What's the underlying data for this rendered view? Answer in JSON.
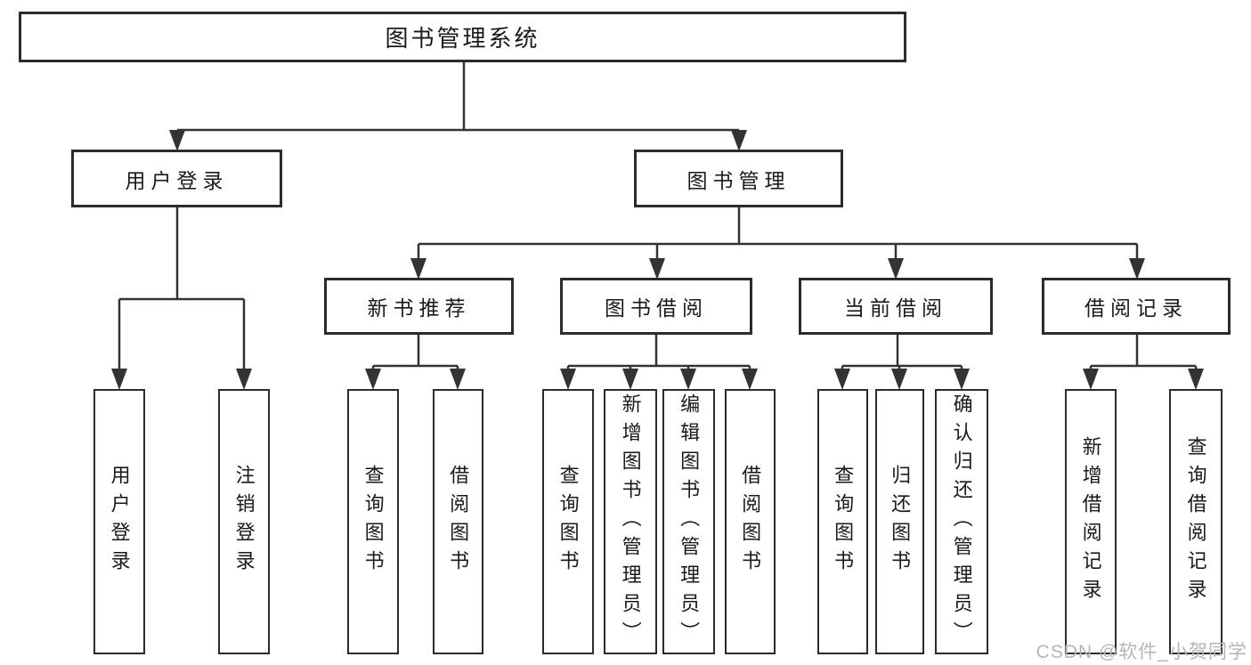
{
  "diagram": {
    "root": {
      "label": "图书管理系统"
    },
    "branches": [
      {
        "label": "用户登录",
        "children": [
          {
            "label": "用户登录"
          },
          {
            "label": "注销登录"
          }
        ]
      },
      {
        "label": "图书管理",
        "children": [
          {
            "label": "新书推荐",
            "children": [
              {
                "label": "查询图书"
              },
              {
                "label": "借阅图书"
              }
            ]
          },
          {
            "label": "图书借阅",
            "children": [
              {
                "label": "查询图书"
              },
              {
                "label": "新增图书（管理员）"
              },
              {
                "label": "编辑图书（管理员）"
              },
              {
                "label": "借阅图书"
              }
            ]
          },
          {
            "label": "当前借阅",
            "children": [
              {
                "label": "查询图书"
              },
              {
                "label": "归还图书"
              },
              {
                "label": "确认归还（管理员）"
              }
            ]
          },
          {
            "label": "借阅记录",
            "children": [
              {
                "label": "新增借阅记录"
              },
              {
                "label": "查询借阅记录"
              }
            ]
          }
        ]
      }
    ]
  },
  "watermark": {
    "text": "CSDN @软件_小贺同学"
  },
  "colors": {
    "line": "#333333",
    "border": "#2b2b2b",
    "text": "#1a1a1a",
    "watermark": "#b5b5b5",
    "background": "#ffffff"
  }
}
